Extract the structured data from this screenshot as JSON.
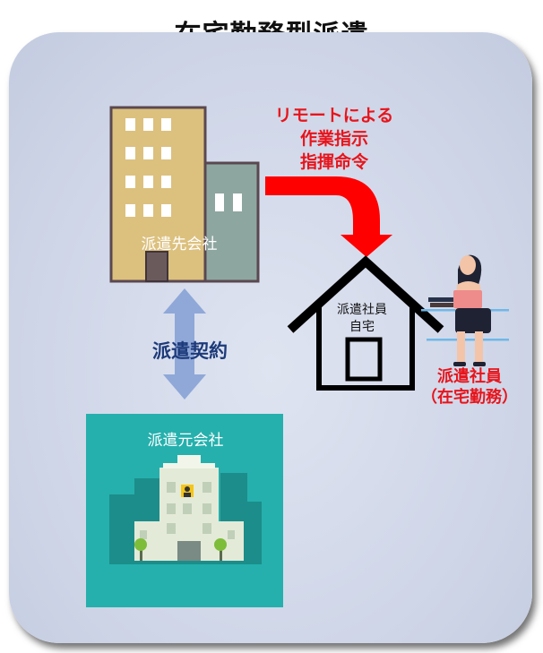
{
  "title": "在宅勤務型派遣",
  "client_company": {
    "label": "派遣先会社"
  },
  "instruction": {
    "line1": "リモートによる",
    "line2": "作業指示",
    "line3": "指揮命令"
  },
  "contract": {
    "label": "派遣契約"
  },
  "home": {
    "line1": "派遣社員",
    "line2": "自宅"
  },
  "employee": {
    "line1": "派遣社員",
    "line2": "（在宅勤務）"
  },
  "agency": {
    "label": "派遣元会社"
  },
  "colors": {
    "accent_red": "#e8141b",
    "contract_blue": "#1d3a7a",
    "agency_teal": "#25b0ad",
    "arrow_blue": "#8fa8d8"
  },
  "icons": [
    "office-building-icon",
    "red-arrow-icon",
    "double-arrow-icon",
    "house-icon",
    "person-laptop-icon",
    "agency-building-icon"
  ]
}
